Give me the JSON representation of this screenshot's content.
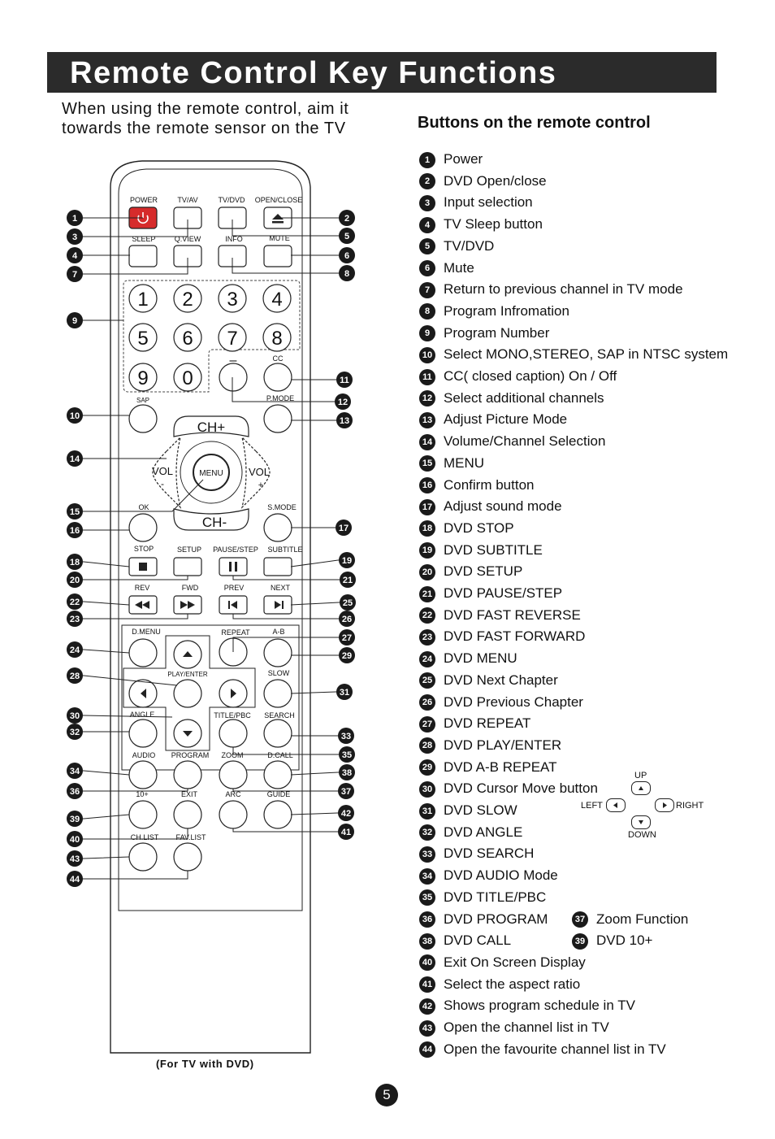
{
  "header": {
    "title": "Remote Control Key Functions"
  },
  "intro": {
    "line1": "When using the remote control, aim it",
    "line2": "towards the remote sensor on the TV"
  },
  "list_title": "Buttons on the remote control",
  "functions": [
    {
      "num": "1",
      "text": "Power"
    },
    {
      "num": "2",
      "text": "DVD Open/close"
    },
    {
      "num": "3",
      "text": "Input selection"
    },
    {
      "num": "4",
      "text": "TV Sleep button"
    },
    {
      "num": "5",
      "text": "TV/DVD"
    },
    {
      "num": "6",
      "text": "Mute"
    },
    {
      "num": "7",
      "text": "Return to previous channel in TV mode"
    },
    {
      "num": "8",
      "text": "Program Infromation"
    },
    {
      "num": "9",
      "text": "Program Number"
    },
    {
      "num": "10",
      "text": "Select MONO,STEREO, SAP in NTSC system"
    },
    {
      "num": "11",
      "text": "CC( closed caption) On / Off"
    },
    {
      "num": "12",
      "text": "Select additional channels"
    },
    {
      "num": "13",
      "text": "Adjust Picture Mode"
    },
    {
      "num": "14",
      "text": "Volume/Channel Selection"
    },
    {
      "num": "15",
      "text": "MENU"
    },
    {
      "num": "16",
      "text": "Confirm button"
    },
    {
      "num": "17",
      "text": "Adjust sound mode"
    },
    {
      "num": "18",
      "text": "DVD STOP"
    },
    {
      "num": "19",
      "text": "DVD SUBTITLE"
    },
    {
      "num": "20",
      "text": "DVD SETUP"
    },
    {
      "num": "21",
      "text": "DVD PAUSE/STEP"
    },
    {
      "num": "22",
      "text": "DVD FAST REVERSE"
    },
    {
      "num": "23",
      "text": "DVD FAST FORWARD"
    },
    {
      "num": "24",
      "text": "DVD MENU"
    },
    {
      "num": "25",
      "text": "DVD Next Chapter"
    },
    {
      "num": "26",
      "text": "DVD Previous Chapter"
    },
    {
      "num": "27",
      "text": "DVD REPEAT"
    },
    {
      "num": "28",
      "text": "DVD PLAY/ENTER"
    },
    {
      "num": "29",
      "text": "DVD A-B REPEAT"
    },
    {
      "num": "30",
      "text": "DVD Cursor Move button"
    },
    {
      "num": "31",
      "text": "DVD SLOW"
    },
    {
      "num": "32",
      "text": "DVD ANGLE"
    },
    {
      "num": "33",
      "text": "DVD SEARCH"
    },
    {
      "num": "34",
      "text": "DVD AUDIO Mode"
    },
    {
      "num": "35",
      "text": "DVD TITLE/PBC"
    },
    {
      "num": "36",
      "text": "DVD PROGRAM",
      "extra_num": "37",
      "extra_text": "Zoom Function"
    },
    {
      "num": "38",
      "text": "DVD CALL",
      "extra_num": "39",
      "extra_text": "DVD 10+"
    },
    {
      "num": "40",
      "text": "Exit On Screen Display"
    },
    {
      "num": "41",
      "text": "Select the aspect ratio"
    },
    {
      "num": "42",
      "text": "Shows program schedule in TV"
    },
    {
      "num": "43",
      "text": "Open the channel list in TV"
    },
    {
      "num": "44",
      "text": "Open the favourite channel list in TV"
    }
  ],
  "cursor_legend": {
    "up": "UP",
    "down": "DOWN",
    "left": "LEFT",
    "right": "RIGHT"
  },
  "remote": {
    "labels": {
      "power": "POWER",
      "tvav": "TV/AV",
      "tvdvd": "TV/DVD",
      "openclose": "OPEN/CLOSE",
      "sleep": "SLEEP",
      "qview": "Q.VIEW",
      "info": "INFO",
      "mute": "MUTE",
      "dash": "–",
      "cc": "CC",
      "sap": "SAP",
      "pmode": "P.MODE",
      "chplus": "CH+",
      "chminus": "CH-",
      "vol_l": "VOL",
      "vol_r": "VOL",
      "minus": "-",
      "plus": "+",
      "menu": "MENU",
      "ok": "OK",
      "smode": "S.MODE",
      "stop": "STOP",
      "setup": "SETUP",
      "pausestep": "PAUSE/STEP",
      "subtitle": "SUBTITLE",
      "rev": "REV",
      "fwd": "FWD",
      "prev": "PREV",
      "next": "NEXT",
      "dmenu": "D.MENU",
      "repeat": "REPEAT",
      "ab": "A-B",
      "playenter": "PLAY/ENTER",
      "slow": "SLOW",
      "angle": "ANGLE",
      "titlepbc": "TITLE/PBC",
      "search": "SEARCH",
      "audio": "AUDIO",
      "program": "PROGRAM",
      "zoom": "ZOOM",
      "dcall": "D.CALL",
      "tenplus": "10+",
      "exit": "EXIT",
      "arc": "ARC",
      "guide": "GUIDE",
      "chlist": "CH.LIST",
      "favlist": "FAV.LIST"
    },
    "digits": [
      "1",
      "2",
      "3",
      "4",
      "5",
      "6",
      "7",
      "8",
      "9",
      "0"
    ],
    "callout_nums": [
      "1",
      "2",
      "3",
      "4",
      "5",
      "6",
      "7",
      "8",
      "9",
      "10",
      "11",
      "12",
      "13",
      "14",
      "15",
      "16",
      "17",
      "18",
      "19",
      "20",
      "21",
      "22",
      "23",
      "24",
      "25",
      "26",
      "27",
      "28",
      "29",
      "30",
      "31",
      "32",
      "33",
      "34",
      "35",
      "36",
      "37",
      "38",
      "39",
      "40",
      "41",
      "42",
      "43",
      "44"
    ]
  },
  "caption": "(For TV with DVD)",
  "page_number": "5",
  "colors": {
    "banner": "#2b2b2b",
    "power_button": "#d62b2b",
    "badge": "#1a1a1a"
  }
}
